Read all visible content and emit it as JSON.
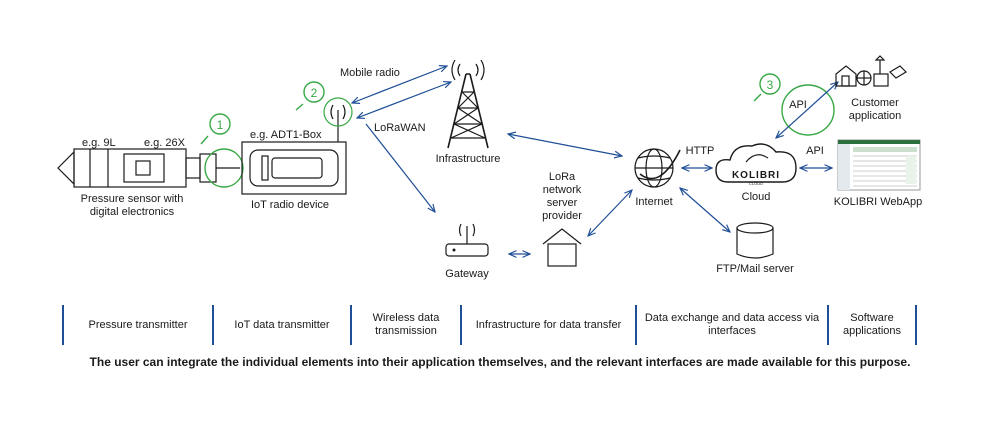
{
  "badges": [
    "1",
    "2",
    "3"
  ],
  "sensor": {
    "label_9l": "e.g. 9L",
    "label_26x": "e.g. 26X",
    "caption_line1": "Pressure sensor with",
    "caption_line2": "digital electronics"
  },
  "iot_device": {
    "label_top": "e.g. ADT1-Box",
    "caption": "IoT radio device"
  },
  "links": {
    "mobile_radio": "Mobile radio",
    "lorawan": "LoRaWAN",
    "http": "HTTP",
    "api_cloud_webapp": "API",
    "api_cloud_customer": "API"
  },
  "nodes": {
    "infrastructure": "Infrastructure",
    "gateway": "Gateway",
    "lora_line1": "LoRa",
    "lora_line2": "network",
    "lora_line3": "server",
    "lora_line4": "provider",
    "internet": "Internet",
    "cloud": "Cloud",
    "cloud_logo": "KOLIBRI",
    "cloud_logo_sub": "CLOUD",
    "ftp": "FTP/Mail server",
    "customer_line1": "Customer",
    "customer_line2": "application",
    "webapp": "KOLIBRI WebApp"
  },
  "legend": [
    "Pressure transmitter",
    "IoT data transmitter",
    "Wireless data transmission",
    "Infrastructure for data transfer",
    "Data exchange and data access via interfaces",
    "Software applications"
  ],
  "footer": "The user can integrate the individual elements into their application themselves, and the relevant interfaces are made available for this purpose.",
  "colors": {
    "accent_blue": "#1f4f96",
    "badge_green": "#38a845"
  }
}
